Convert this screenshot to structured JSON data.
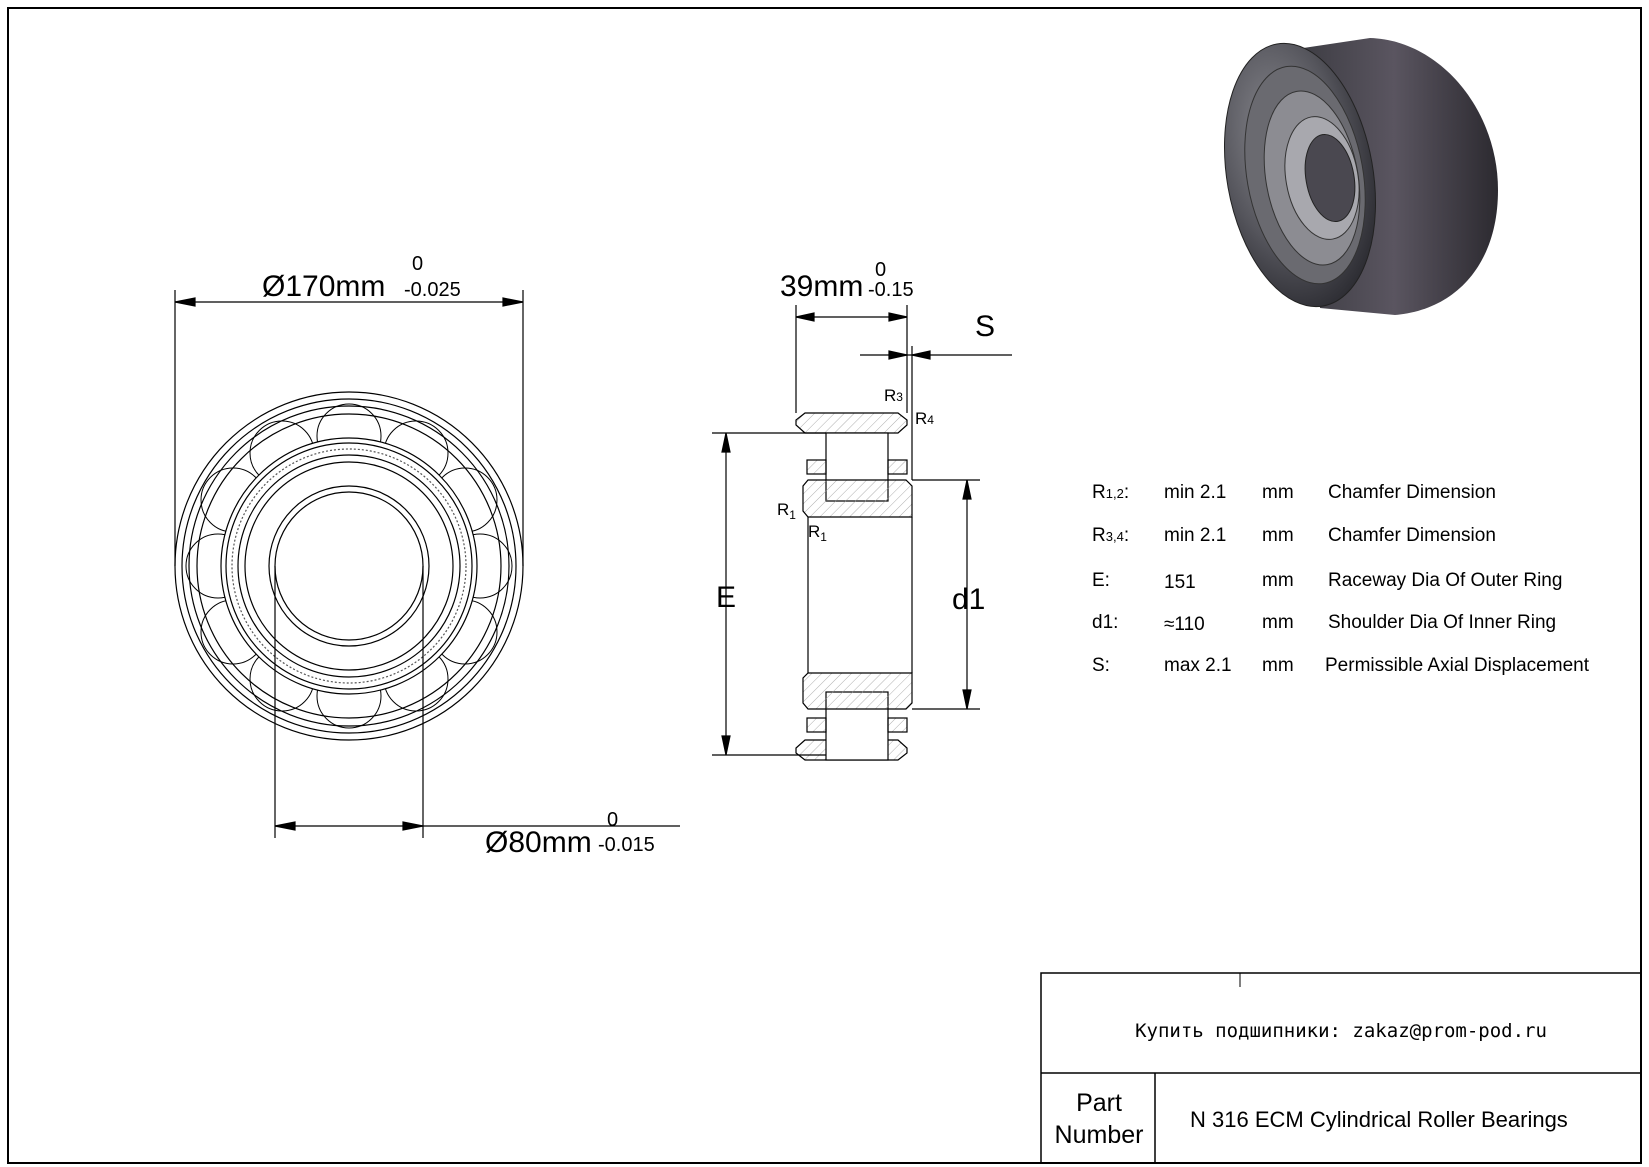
{
  "dimensions": {
    "outer_diameter": {
      "value": "Ø170mm",
      "upper": "0",
      "lower": "-0.025"
    },
    "inner_diameter": {
      "value": "Ø80mm",
      "upper": "0",
      "lower": "-0.015"
    },
    "width": {
      "value": "39mm",
      "upper": "0",
      "lower": "-0.15"
    }
  },
  "section_labels": {
    "S": "S",
    "R3": "R",
    "R3_sub": "3",
    "R4": "R",
    "R4_sub": "4",
    "R1a": "R",
    "R1a_sub": "1",
    "R1b": "R",
    "R1b_sub": "1",
    "E": "E",
    "d1": "d1"
  },
  "specs": [
    {
      "symbol": "R",
      "sub": "1,2",
      "colon": ":",
      "value": "min 2.1",
      "unit": "mm",
      "description": "Chamfer Dimension"
    },
    {
      "symbol": "R",
      "sub": "3,4",
      "colon": ":",
      "value": "min 2.1",
      "unit": "mm",
      "description": "Chamfer Dimension"
    },
    {
      "symbol": "E:",
      "sub": "",
      "colon": "",
      "value": "151",
      "unit": "mm",
      "description": "Raceway Dia Of Outer Ring"
    },
    {
      "symbol": "d1:",
      "sub": "",
      "colon": "",
      "value": "≈110",
      "unit": "mm",
      "description": "Shoulder Dia Of Inner Ring"
    },
    {
      "symbol": "S:",
      "sub": "",
      "colon": "",
      "value": "max 2.1",
      "unit": "mm",
      "description": "Permissible Axial Displacement"
    }
  ],
  "title_block": {
    "contact": "Купить подшипники: zakaz@prom-pod.ru",
    "part_label_line1": "Part",
    "part_label_line2": "Number",
    "part_number": "N 316  ECM Cylindrical Roller Bearings"
  }
}
